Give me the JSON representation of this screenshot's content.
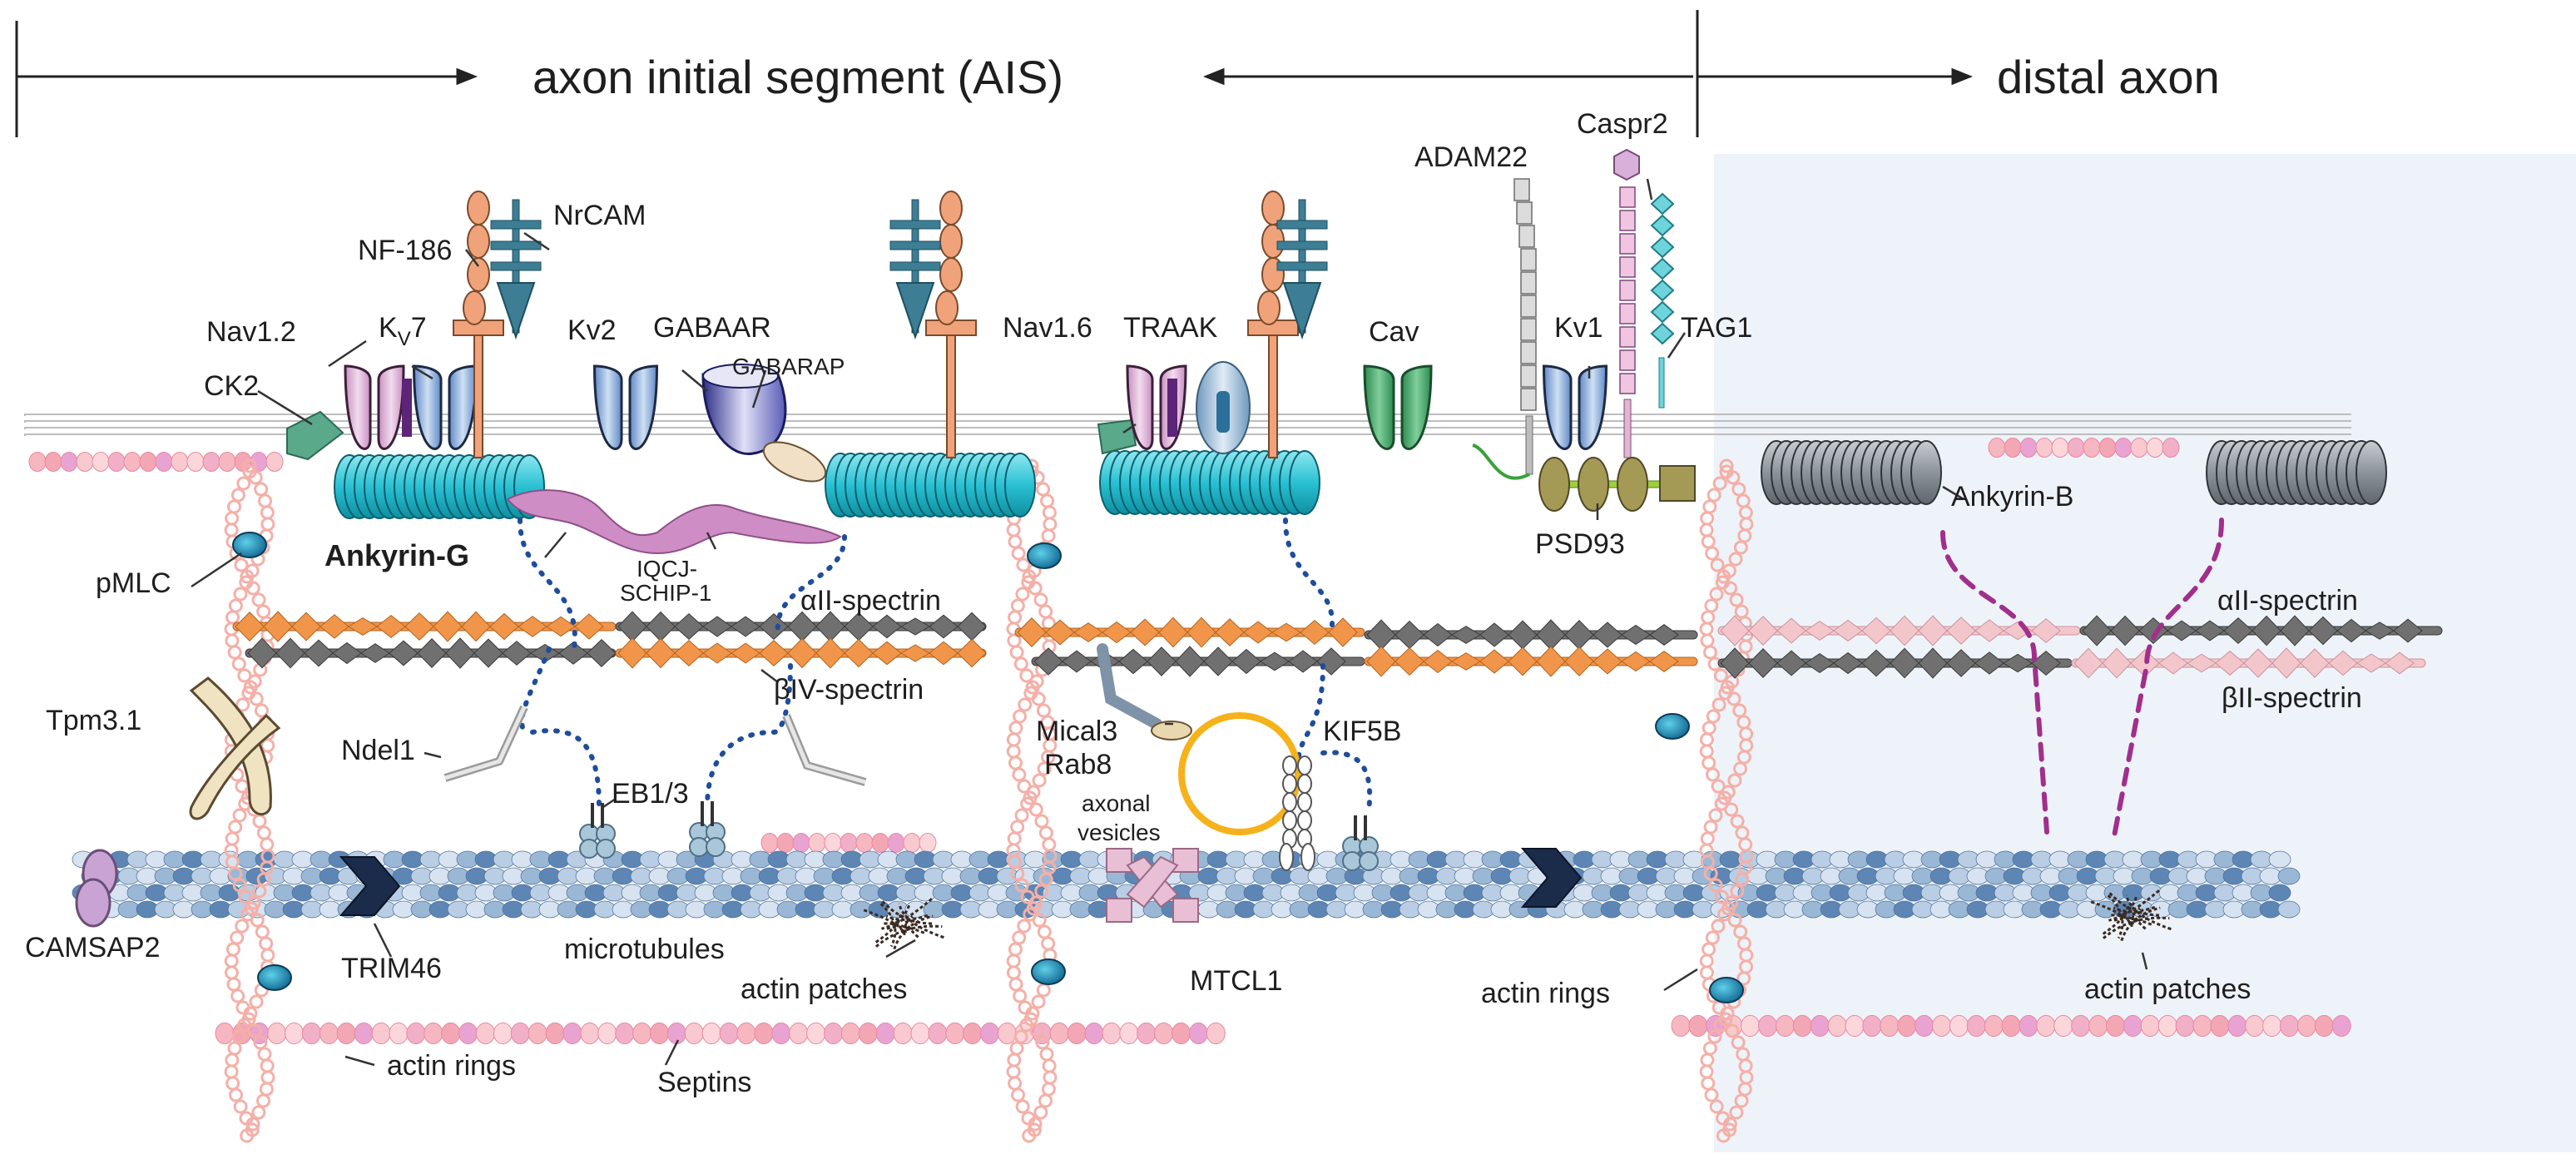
{
  "header": {
    "ais_label": "axon initial segment (AIS)",
    "distal_label": "distal axon"
  },
  "colors": {
    "distal_background": "#eef3f9",
    "ankyrin_g": "#29c1d3",
    "ankyrin_b": "#8d939b",
    "beta_iv_spectrin": "#f0954a",
    "alpha_ii_spectrin": "#707070",
    "beta_ii_spectrin": "#f3c6cc",
    "actin": "#f4b0a8",
    "microtubule": "#9ab8d6",
    "vesicle": "#f6b21a",
    "linker_blue": "#1f4d9c",
    "linker_magenta": "#a12f8c"
  },
  "labels": {
    "nf186": "NF-186",
    "nrcam": "NrCAM",
    "nav12": "Nav1.2",
    "kv7": "K",
    "kv7_sub": "V",
    "kv7_tail": "7",
    "kv2": "Kv2",
    "gabaar": "GABAAR",
    "gabarap": "GABARAP",
    "ck2": "CK2",
    "ankyrin_g": "Ankyrin-G",
    "iqcj": "IQCJ-",
    "schip": "SCHIP-1",
    "pmlc": "pMLC",
    "alpha_spectrin_ais": "αII-spectrin",
    "beta_iv": "βIV-spectrin",
    "tpm": "Tpm3.1",
    "ndel1": "Ndel1",
    "eb13": "EB1/3",
    "camsap2": "CAMSAP2",
    "trim46": "TRIM46",
    "microtubules": "microtubules",
    "actin_patches_ais": "actin patches",
    "actin_rings_ais": "actin rings",
    "septins": "Septins",
    "nav16": "Nav1.6",
    "traak": "TRAAK",
    "cav": "Cav",
    "adam22": "ADAM22",
    "caspr2": "Caspr2",
    "kv1": "Kv1",
    "tag1": "TAG1",
    "psd93": "PSD93",
    "mical3": "Mical3",
    "rab8": "Rab8",
    "axonal": "axonal",
    "vesicles": "vesicles",
    "kif5b": "KIF5B",
    "mtcl1": "MTCL1",
    "actin_rings_distal": "actin rings",
    "ankyrin_b": "Ankyrin-B",
    "alpha_spectrin_distal": "αII-spectrin",
    "beta_ii": "βII-spectrin",
    "actin_patches_distal": "actin patches"
  }
}
